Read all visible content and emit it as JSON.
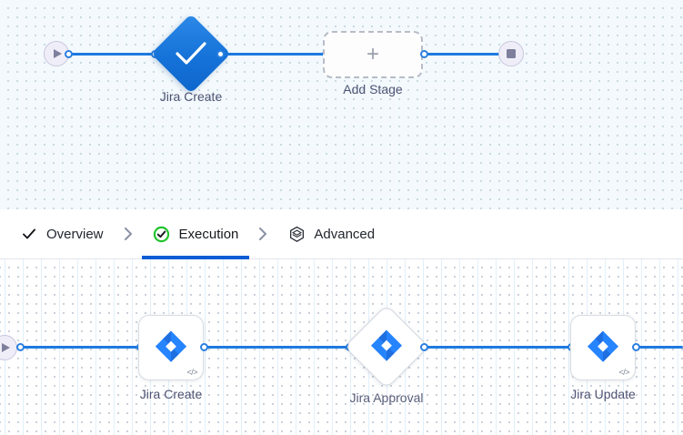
{
  "pipeline_top": {
    "start_node": {
      "icon": "play-icon",
      "name": "start"
    },
    "end_node": {
      "icon": "stop-icon",
      "name": "end"
    },
    "stages": [
      {
        "label": "Jira Create",
        "icon": "check-icon",
        "shape": "diamond",
        "status_color": "#1572d8"
      }
    ],
    "add_stage": {
      "label": "Add Stage",
      "icon": "plus-icon"
    }
  },
  "tabs": {
    "items": [
      {
        "label": "Overview",
        "icon": "check-icon",
        "active": false
      },
      {
        "label": "Execution",
        "icon": "check-circle-icon",
        "active": true
      },
      {
        "label": "Advanced",
        "icon": "hexagon-layers-icon",
        "active": false
      }
    ],
    "separator": "chevron-right-icon",
    "active_color": "#0b5cd5",
    "check_circle_color": "#22c32e"
  },
  "pipeline_bottom": {
    "start_node": {
      "icon": "play-icon",
      "name": "start"
    },
    "nodes": [
      {
        "label": "Jira Create",
        "icon": "jira-icon",
        "shape": "rounded-square",
        "badge": "</>"
      },
      {
        "label": "Jira Approval",
        "icon": "jira-icon",
        "shape": "diamond",
        "badge": ""
      },
      {
        "label": "Jira Update",
        "icon": "jira-icon",
        "shape": "rounded-square",
        "badge": "</>"
      }
    ]
  },
  "colors": {
    "edge": "#1e7ae0",
    "canvas_top_bg": "#f3f9fc",
    "canvas_bottom_bg": "#ffffff",
    "jira_blue": "#2684ff",
    "jira_dark_blue": "#0052cc",
    "label_text": "#4d5273"
  }
}
